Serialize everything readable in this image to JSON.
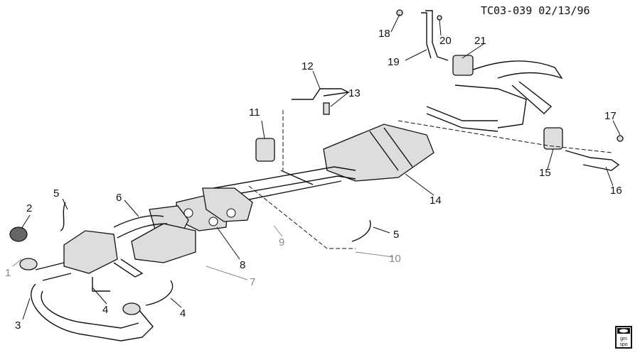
{
  "header": {
    "drawing_id": "TC03-039",
    "date": "02/13/96"
  },
  "logo": {
    "text": "gm spo"
  },
  "callouts": [
    {
      "id": "c18",
      "label": "18",
      "tone": "black"
    },
    {
      "id": "c20",
      "label": "20",
      "tone": "black"
    },
    {
      "id": "c19",
      "label": "19",
      "tone": "black"
    },
    {
      "id": "c21",
      "label": "21",
      "tone": "black"
    },
    {
      "id": "c12",
      "label": "12",
      "tone": "black"
    },
    {
      "id": "c13",
      "label": "13",
      "tone": "black"
    },
    {
      "id": "c11",
      "label": "11",
      "tone": "black"
    },
    {
      "id": "c17",
      "label": "17",
      "tone": "black"
    },
    {
      "id": "c15",
      "label": "15",
      "tone": "black"
    },
    {
      "id": "c16",
      "label": "16",
      "tone": "black"
    },
    {
      "id": "c14",
      "label": "14",
      "tone": "black"
    },
    {
      "id": "c5a",
      "label": "5",
      "tone": "black"
    },
    {
      "id": "c2",
      "label": "2",
      "tone": "black"
    },
    {
      "id": "c6",
      "label": "6",
      "tone": "black"
    },
    {
      "id": "c5b",
      "label": "5",
      "tone": "black"
    },
    {
      "id": "c9",
      "label": "9",
      "tone": "gray"
    },
    {
      "id": "c8",
      "label": "8",
      "tone": "black"
    },
    {
      "id": "c10",
      "label": "10",
      "tone": "gray"
    },
    {
      "id": "c7",
      "label": "7",
      "tone": "gray"
    },
    {
      "id": "c1",
      "label": "1",
      "tone": "gray"
    },
    {
      "id": "c4a",
      "label": "4",
      "tone": "black"
    },
    {
      "id": "c4b",
      "label": "4",
      "tone": "black"
    },
    {
      "id": "c3",
      "label": "3",
      "tone": "black"
    }
  ]
}
